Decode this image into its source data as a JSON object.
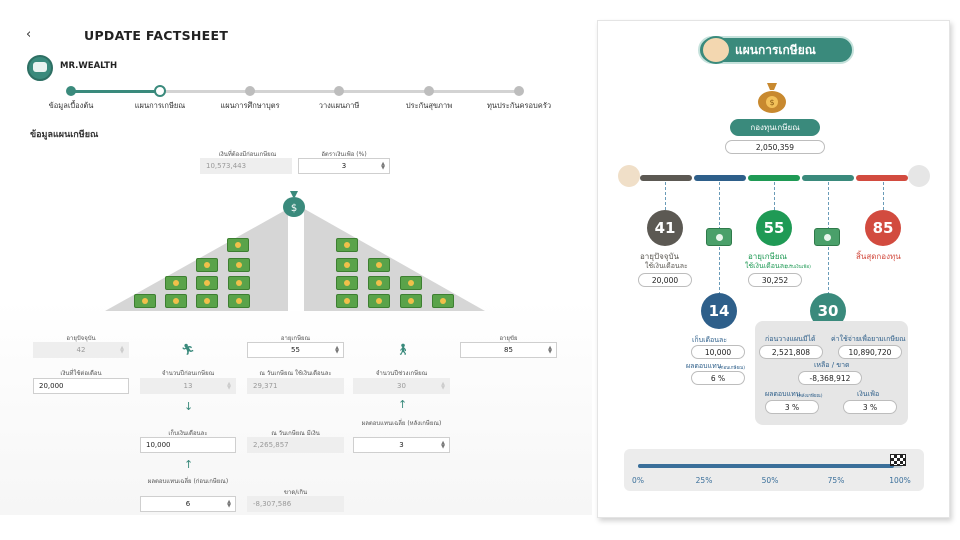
{
  "header": {
    "title": "UPDATE FACTSHEET",
    "brand": "MR.WEALTH"
  },
  "steps": [
    {
      "label": "ข้อมูลเบื้องต้น",
      "state": "done"
    },
    {
      "label": "แผนการเกษียณ",
      "state": "current"
    },
    {
      "label": "แผนการศึกษาบุตร",
      "state": "todo"
    },
    {
      "label": "วางแผนภาษี",
      "state": "todo"
    },
    {
      "label": "ประกันสุขภาพ",
      "state": "todo"
    },
    {
      "label": "ทุนประกันครอบครัว",
      "state": "todo"
    }
  ],
  "section_title": "ข้อมูลแผนเกษียณ",
  "form": {
    "needed_label": "เงินที่ต้องมีก่อนเกษียณ",
    "needed_value": "10,573,443",
    "inflation_label": "อัตราเงินเฟ้อ (%)",
    "inflation_value": "3",
    "current_age_label": "อายุปัจจุบัน",
    "current_age_value": "42",
    "retire_age_label": "อายุเกษียณ",
    "retire_age_value": "55",
    "life_age_label": "อายุขัย",
    "life_age_value": "85",
    "monthly_spend_label": "เงินที่ใช้ต่อเดือน",
    "monthly_spend_value": "20,000",
    "years_before_label": "จำนวนปีก่อนเกษียณ",
    "years_before_value": "13",
    "spend_at_retire_label": "ณ วันเกษียณ ใช้เงินเดือนละ",
    "spend_at_retire_value": "29,371",
    "years_after_label": "จำนวนปีช่วงเกษียณ",
    "years_after_value": "30",
    "save_label": "เก็บเงินเดือนละ",
    "save_value": "10,000",
    "have_label": "ณ วันเกษียณ มีเงิน",
    "have_value": "2,265,857",
    "ret_after_label": "ผลตอบแทนเฉลี่ย (หลังเกษียณ)",
    "ret_after_value": "3",
    "ret_before_label": "ผลตอบแทนเฉลี่ย (ก่อนเกษียณ)",
    "ret_before_value": "6",
    "shortfall_label": "ขาด/เกิน",
    "shortfall_value": "-8,307,586"
  },
  "right": {
    "title": "แผนการเกษียณ",
    "fund_label": "กองทุนเกษียณ",
    "fund_value": "2,050,359",
    "age_now": "41",
    "age_now_label": "อายุปัจจุบัน",
    "age_now_sub": "ใช้เงินเดือนละ",
    "age_now_spend": "20,000",
    "age_retire": "55",
    "age_retire_label": "อายุเกษียณ",
    "age_retire_sub": "ใช้เงินเดือนละ",
    "age_retire_note": "(ปรับเงินเฟ้อ)",
    "age_retire_spend": "30,252",
    "age_end": "85",
    "age_end_label": "สิ้นสุดกองทุน",
    "years_save": "14",
    "save_label": "เก็บเดือนละ",
    "save_value": "10,000",
    "ret_label": "ผลตอบแทน",
    "ret_note": "(ก่อนเกษียณ)",
    "ret_value": "6 %",
    "years_retire": "30",
    "before_plan_label": "ก่อนวางแผนมีได้",
    "before_plan_value": "2,521,808",
    "need_label": "ค่าใช้จ่ายเพื่อยามเกษียณ",
    "need_value": "10,890,720",
    "gap_label": "เหลือ / ขาด",
    "gap_value": "-8,368,912",
    "ret2_label": "ผลตอบแทน",
    "ret2_note": "(หลังเกษียณ)",
    "ret2_value": "3 %",
    "infl_label": "เงินเฟ้อ",
    "infl_value": "3 %",
    "progress_fraction": 0.97,
    "progress_ticks": [
      "0%",
      "25%",
      "50%",
      "75%",
      "100%"
    ]
  },
  "colors": {
    "accent": "#3a8a7c",
    "red": "#d24b3f",
    "dark": "#5c5953",
    "blue": "#2e5f8a"
  }
}
